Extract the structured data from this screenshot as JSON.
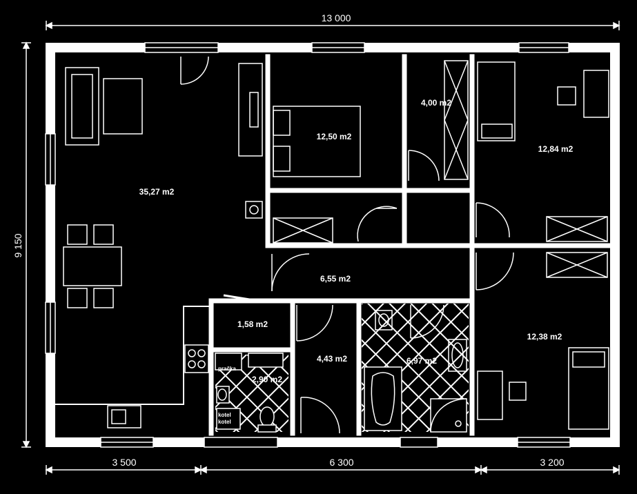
{
  "dimensions": {
    "top": "13 000",
    "left": "9 150",
    "bottom_left": "3 500",
    "bottom_middle": "6 300",
    "bottom_right": "3 200"
  },
  "rooms": {
    "living": "35,27 m2",
    "bedroom_1": "12,50 m2",
    "wardrobe": "4,00 m2",
    "bedroom_2": "12,84 m2",
    "hall": "6,55 m2",
    "storage": "1,58 m2",
    "corridor": "4,43 m2",
    "bathroom": "6,97 m2",
    "wc": "2,90 m2",
    "bedroom_3": "12,38 m2"
  },
  "fixtures": {
    "washer_line1": "pračka",
    "boiler_line1": "kotel",
    "boiler_line2": "kotel"
  },
  "colors": {
    "background": "#000000",
    "lines": "#ffffff"
  }
}
